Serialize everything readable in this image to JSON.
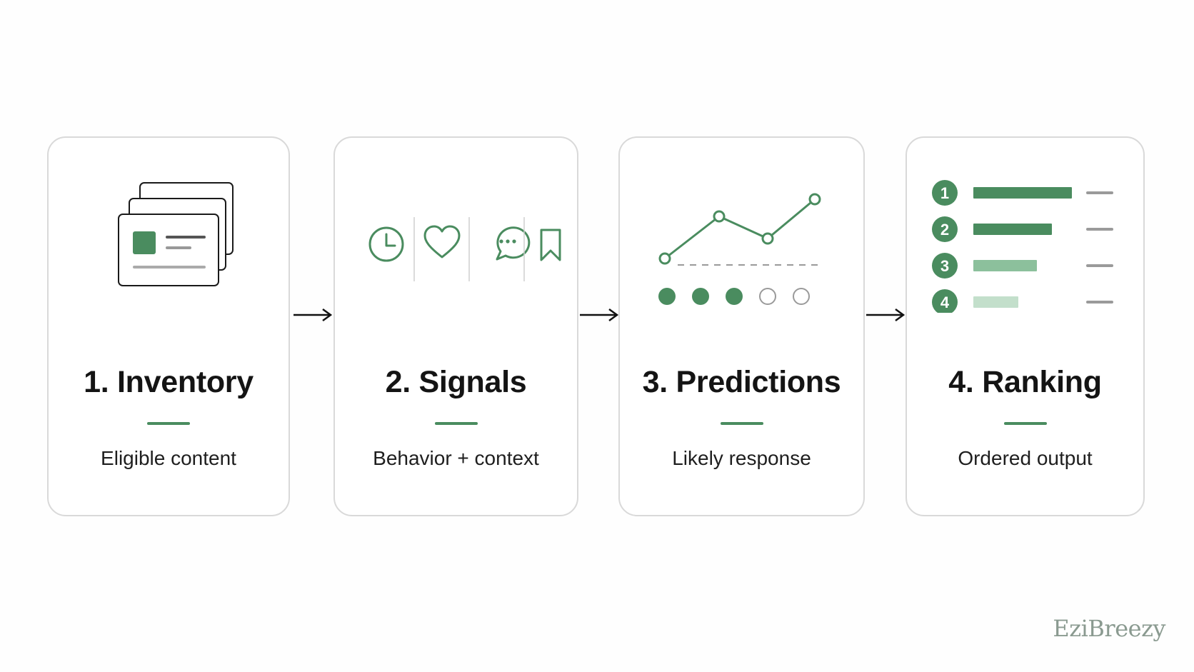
{
  "steps": [
    {
      "title": "1. Inventory",
      "subtitle": "Eligible content",
      "icon": "stacked-content-cards-icon"
    },
    {
      "title": "2. Signals",
      "subtitle": "Behavior + context",
      "icon": "signal-icons-row"
    },
    {
      "title": "3. Predictions",
      "subtitle": "Likely response",
      "icon": "prediction-line-chart-icon"
    },
    {
      "title": "4. Ranking",
      "subtitle": "Ordered output",
      "icon": "ranked-list-icon"
    }
  ],
  "ranking_badges": [
    "1",
    "2",
    "3",
    "4"
  ],
  "prediction_dots": {
    "filled": 3,
    "total": 5
  },
  "brand": "EziBreezy",
  "colors": {
    "accent": "#4a8c5f",
    "accent_light": "#8cc09c",
    "accent_lighter": "#c3dfcb",
    "card_border": "#d9d9d9",
    "text": "#141414"
  }
}
